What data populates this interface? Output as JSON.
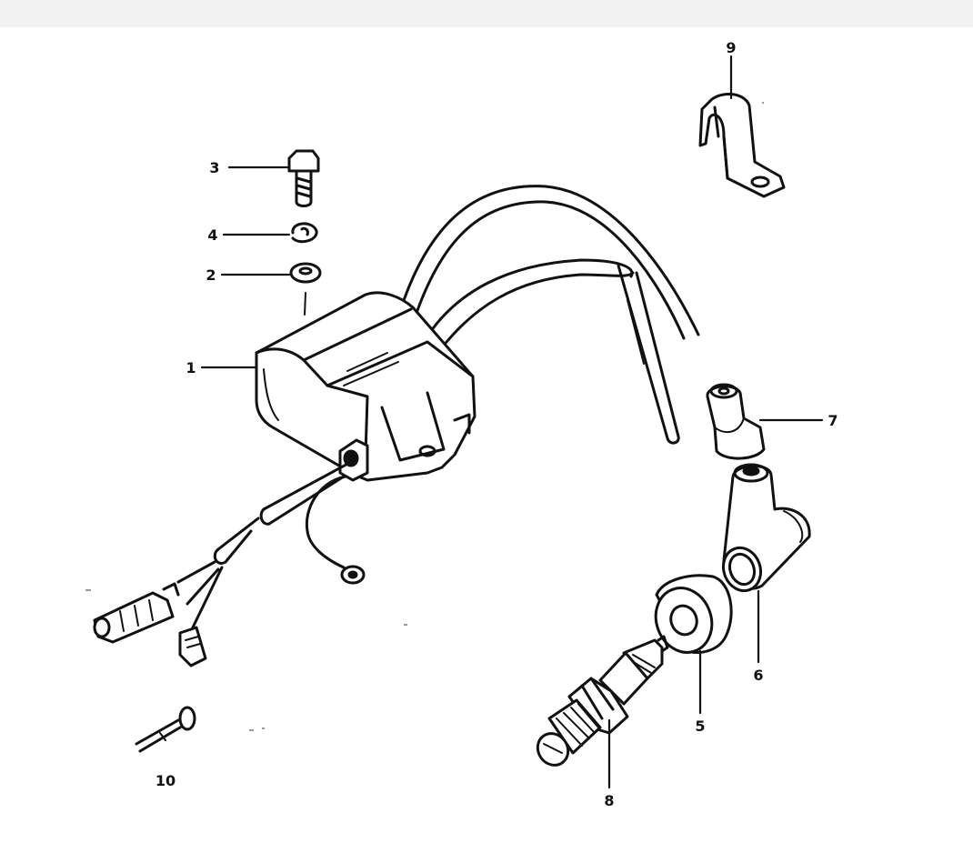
{
  "diagram": {
    "callouts": [
      {
        "id": "1",
        "label": "1",
        "part": "ignition-coil-unit"
      },
      {
        "id": "2",
        "label": "2",
        "part": "washer"
      },
      {
        "id": "3",
        "label": "3",
        "part": "bolt"
      },
      {
        "id": "4",
        "label": "4",
        "part": "lock-washer"
      },
      {
        "id": "5",
        "label": "5",
        "part": "rubber-seal"
      },
      {
        "id": "6",
        "label": "6",
        "part": "plug-cap"
      },
      {
        "id": "7",
        "label": "7",
        "part": "cap-boot"
      },
      {
        "id": "8",
        "label": "8",
        "part": "spark-plug"
      },
      {
        "id": "9",
        "label": "9",
        "part": "cable-clamp"
      },
      {
        "id": "10",
        "label": "10",
        "part": "terminal-pin"
      }
    ]
  },
  "colors": {
    "ink": "#111111",
    "shade": "#bdbdbd",
    "bar": "#f2f2f2",
    "background": "#ffffff"
  }
}
